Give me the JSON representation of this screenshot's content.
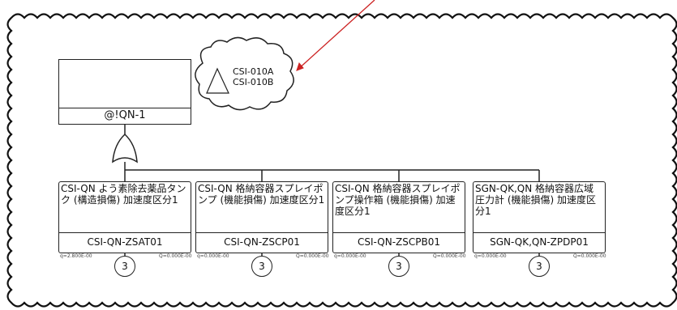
{
  "top_event": {
    "id": "@!QN-1"
  },
  "callout": {
    "line1": "CSI-010A",
    "line2": "CSI-010B"
  },
  "basic_events": [
    {
      "desc": "CSI-QN よう素除去薬品タンク (構造損傷) 加速度区分1",
      "id": "CSI-QN-ZSAT01",
      "q": "q=2.800E-00",
      "p": "Q=0.000E-00",
      "transfer": "3"
    },
    {
      "desc": "CSI-QN 格納容器スプレイポンプ (機能損傷) 加速度区分1",
      "id": "CSI-QN-ZSCP01",
      "q": "q=0.000E-00",
      "p": "Q=0.000E-00",
      "transfer": "3"
    },
    {
      "desc": "CSI-QN 格納容器スプレイポンプ操作箱 (機能損傷) 加速度区分1",
      "id": "CSI-QN-ZSCPB01",
      "q": "q=0.000E-00",
      "p": "Q=0.000E-00",
      "transfer": "3"
    },
    {
      "desc": "SGN-QK,QN 格納容器広域圧力計 (機能損傷) 加速度区分1",
      "id": "SGN-QK,QN-ZPDP01",
      "q": "q=0.000E-00",
      "p": "Q=0.000E-00",
      "transfer": "3"
    }
  ],
  "colors": {
    "stroke": "#222222",
    "arrow": "#cc2222"
  }
}
